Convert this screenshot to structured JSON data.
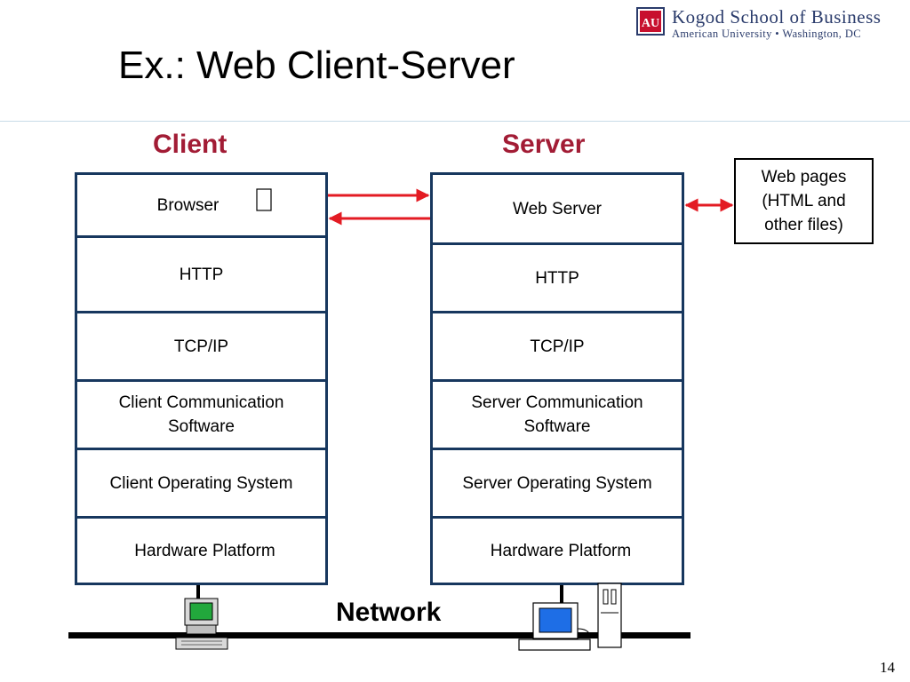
{
  "slide": {
    "title": "Ex.: Web Client-Server",
    "page_number": "14"
  },
  "logo": {
    "mark": "AU",
    "line1": "Kogod School of Business",
    "line2": "American University • Washington, DC"
  },
  "client": {
    "heading": "Client",
    "layers": [
      "Browser",
      "HTTP",
      "TCP/IP",
      "Client Communication Software",
      "Client Operating System",
      "Hardware Platform"
    ]
  },
  "server": {
    "heading": "Server",
    "layers": [
      "Web Server",
      "HTTP",
      "TCP/IP",
      "Server Communication Software",
      "Server Operating System",
      "Hardware Platform"
    ]
  },
  "webpages": {
    "label": "Web pages (HTML and other files)"
  },
  "network": {
    "label": "Network"
  },
  "colors": {
    "heading_red": "#a21c35",
    "stack_border": "#17375e",
    "arrow_red": "#e31b23",
    "logo_navy": "#2a3b6b"
  },
  "icons": [
    "au-logo-icon",
    "client-computer-icon",
    "server-computer-icon",
    "broken-glyph-icon"
  ]
}
